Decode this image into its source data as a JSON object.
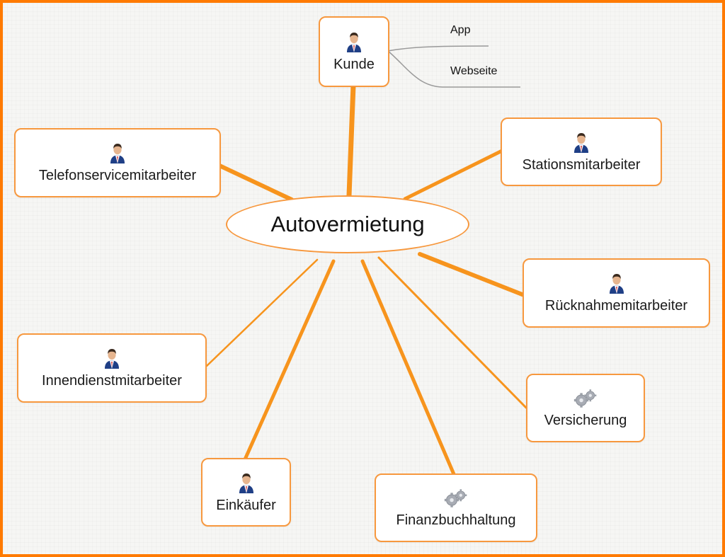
{
  "diagram": {
    "central_topic": "Autovermietung",
    "nodes": [
      {
        "id": "kunde",
        "label": "Kunde",
        "icon": "person-icon"
      },
      {
        "id": "telefon",
        "label": "Telefonservicemitarbeiter",
        "icon": "person-icon"
      },
      {
        "id": "station",
        "label": "Stationsmitarbeiter",
        "icon": "person-icon"
      },
      {
        "id": "ruecknahme",
        "label": "Rücknahmemitarbeiter",
        "icon": "person-icon"
      },
      {
        "id": "innendienst",
        "label": "Innendienstmitarbeiter",
        "icon": "person-icon"
      },
      {
        "id": "versicherung",
        "label": "Versicherung",
        "icon": "gears-icon"
      },
      {
        "id": "einkaeufer",
        "label": "Einkäufer",
        "icon": "person-icon"
      },
      {
        "id": "finanz",
        "label": "Finanzbuchhaltung",
        "icon": "gears-icon"
      }
    ],
    "subtopics": {
      "parent": "kunde",
      "items": [
        "App",
        "Webseite"
      ]
    },
    "colors": {
      "accent": "#ff7a00",
      "node_border": "#f7983e",
      "branch": "#f7941d",
      "subtopic_line": "#9a9a9a"
    }
  }
}
